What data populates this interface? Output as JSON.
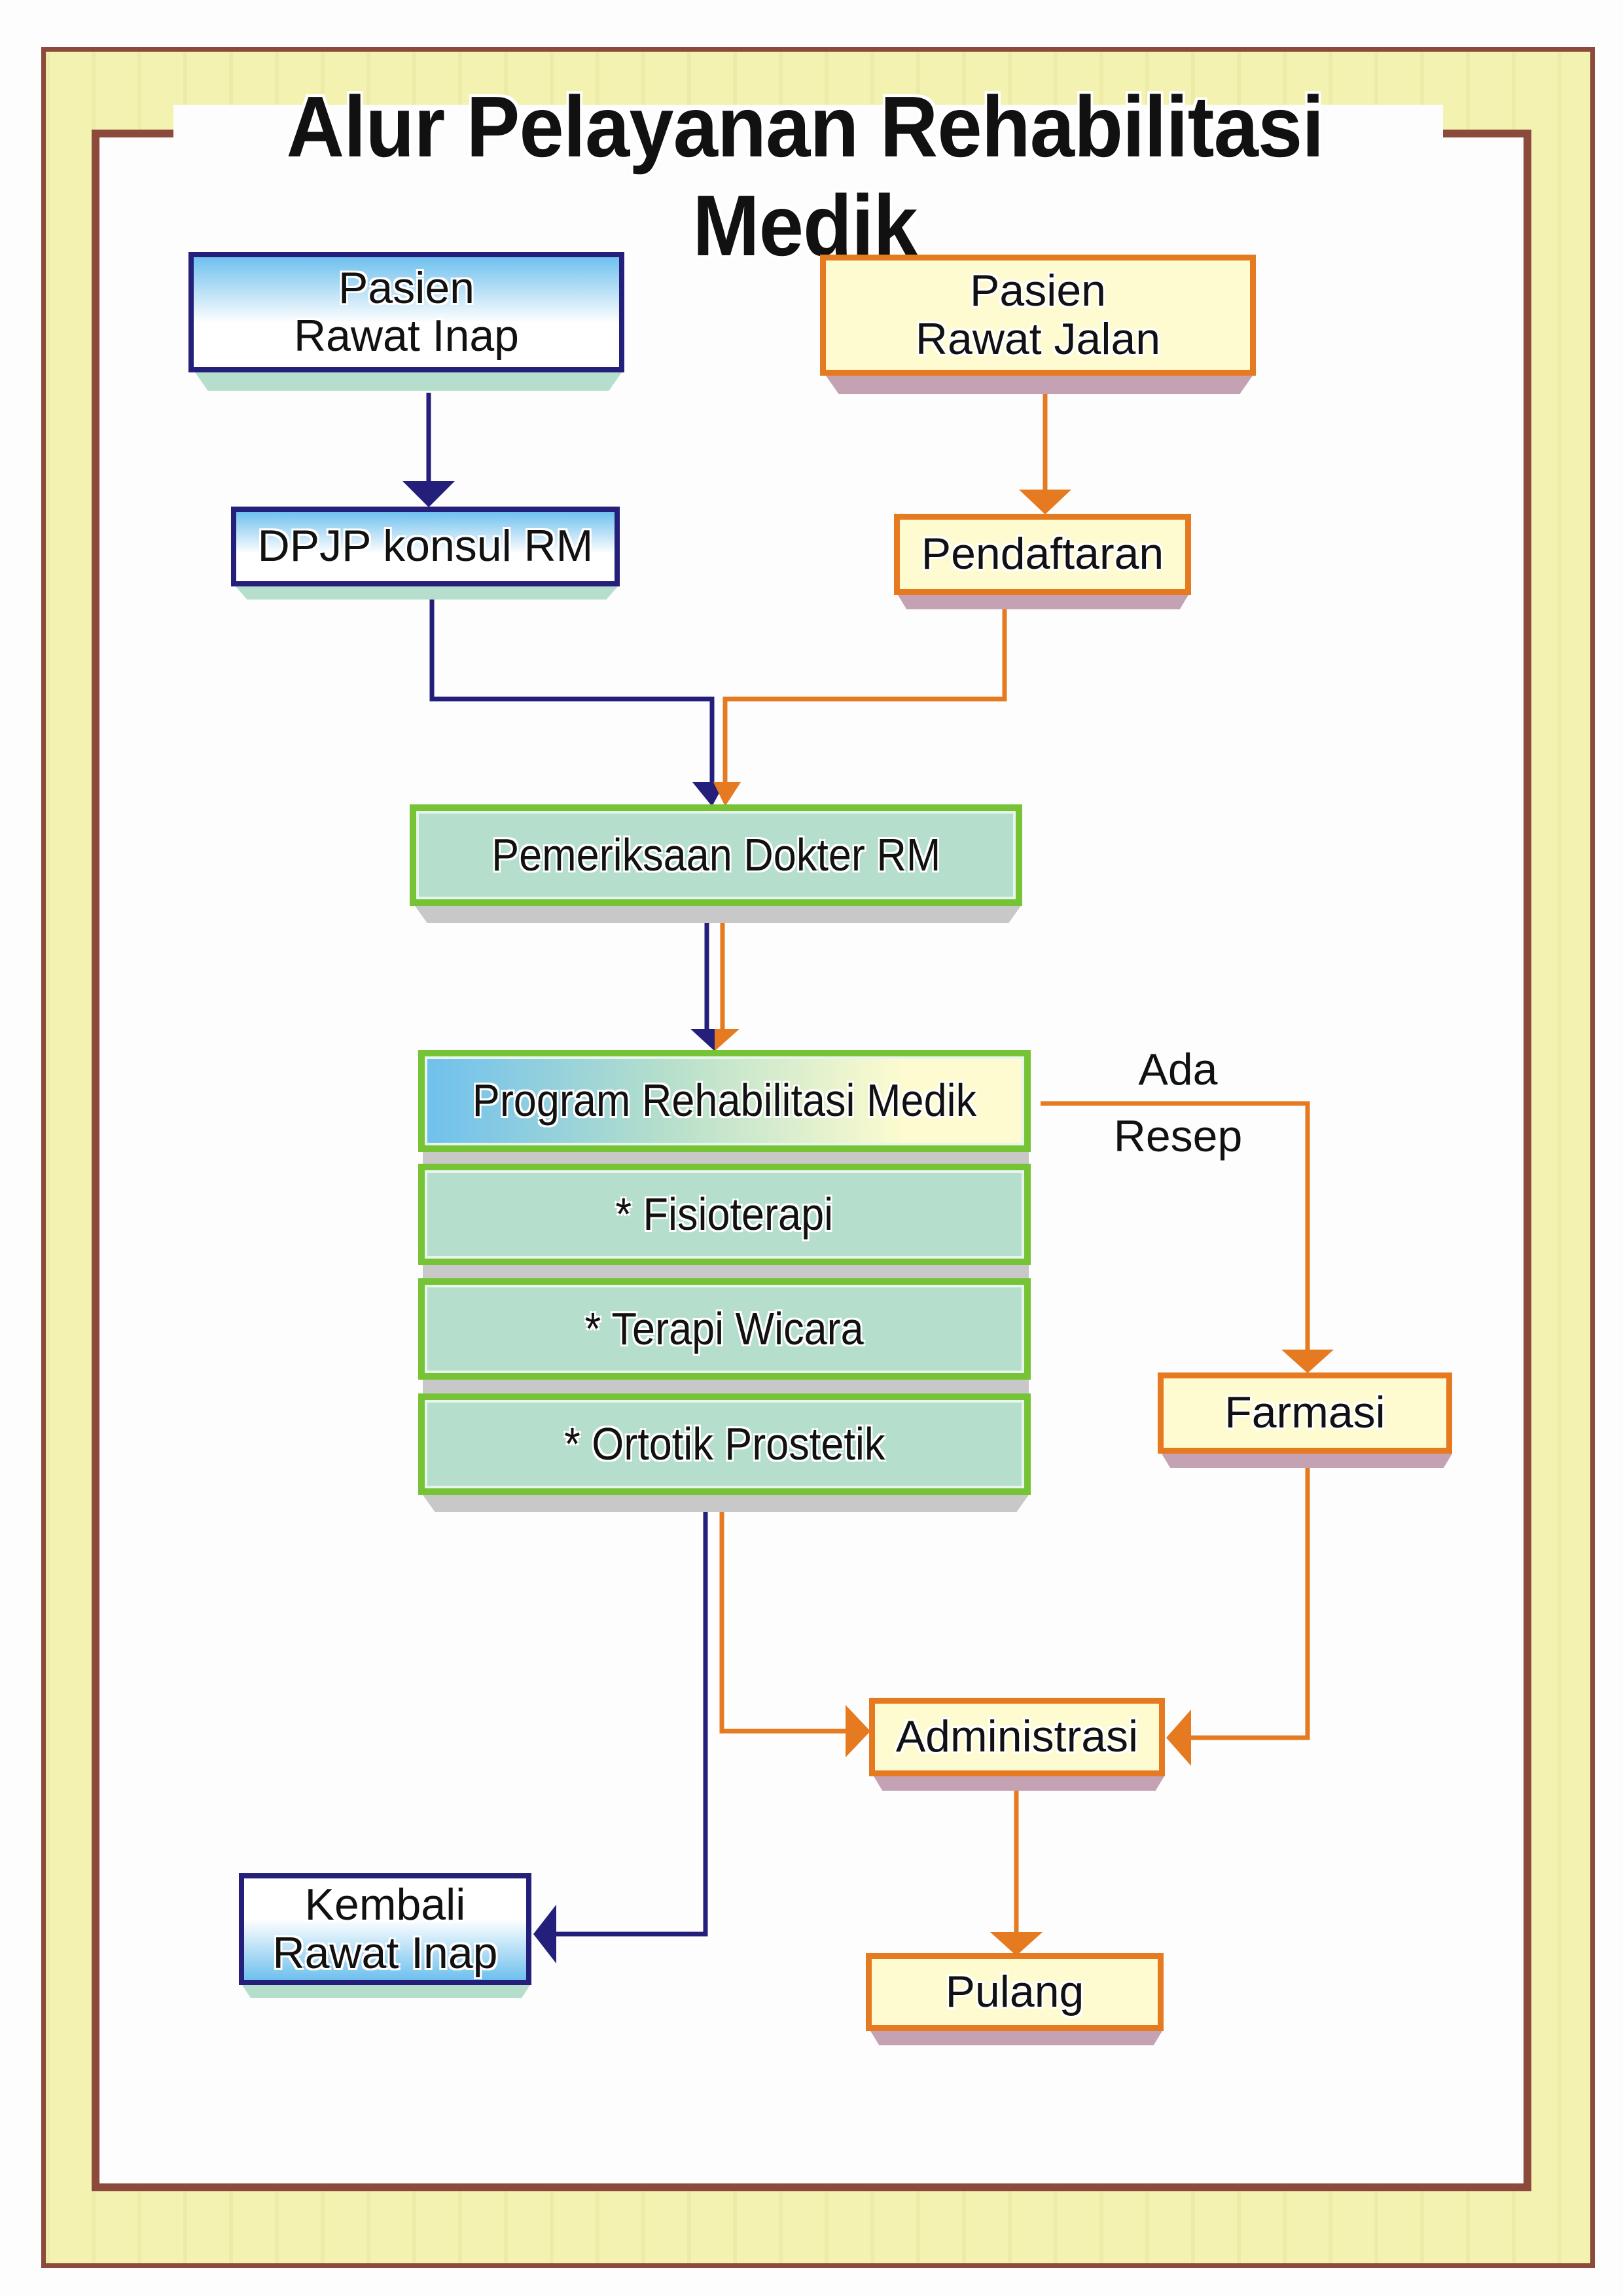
{
  "title": "Alur Pelayanan Rehabilitasi Medik",
  "colors": {
    "frame_brown": "#8b4a3c",
    "frame_yellow": "#f3f2b0",
    "inpatient_blue": "#231f7a",
    "outpatient_orange": "#e67a20",
    "process_green": "#76c436"
  },
  "nodes": {
    "pasien_rawat_inap": "Pasien\nRawat Inap",
    "pasien_rawat_jalan": "Pasien\nRawat Jalan",
    "dpjp_konsul": "DPJP konsul RM",
    "pendaftaran": "Pendaftaran",
    "pemeriksaan": "Pemeriksaan Dokter RM",
    "program": "Program Rehabilitasi Medik",
    "fisioterapi": "* Fisioterapi",
    "terapi_wicara": "* Terapi Wicara",
    "ortotik": "* Ortotik Prostetik",
    "farmasi": "Farmasi",
    "administrasi": "Administrasi",
    "kembali": "Kembali\nRawat Inap",
    "pulang": "Pulang"
  },
  "edge_labels": {
    "ada": "Ada",
    "resep": "Resep"
  },
  "edges": [
    {
      "from": "pasien_rawat_inap",
      "to": "dpjp_konsul",
      "color": "blue"
    },
    {
      "from": "dpjp_konsul",
      "to": "pemeriksaan",
      "color": "blue"
    },
    {
      "from": "pasien_rawat_jalan",
      "to": "pendaftaran",
      "color": "orange"
    },
    {
      "from": "pendaftaran",
      "to": "pemeriksaan",
      "color": "orange"
    },
    {
      "from": "pemeriksaan",
      "to": "program",
      "color": "blue+orange"
    },
    {
      "from": "program",
      "to": "farmasi",
      "color": "orange",
      "label": "Ada Resep"
    },
    {
      "from": "ortotik",
      "to": "administrasi",
      "color": "orange"
    },
    {
      "from": "farmasi",
      "to": "administrasi",
      "color": "orange"
    },
    {
      "from": "ortotik",
      "to": "kembali",
      "color": "blue"
    },
    {
      "from": "administrasi",
      "to": "pulang",
      "color": "orange"
    }
  ]
}
